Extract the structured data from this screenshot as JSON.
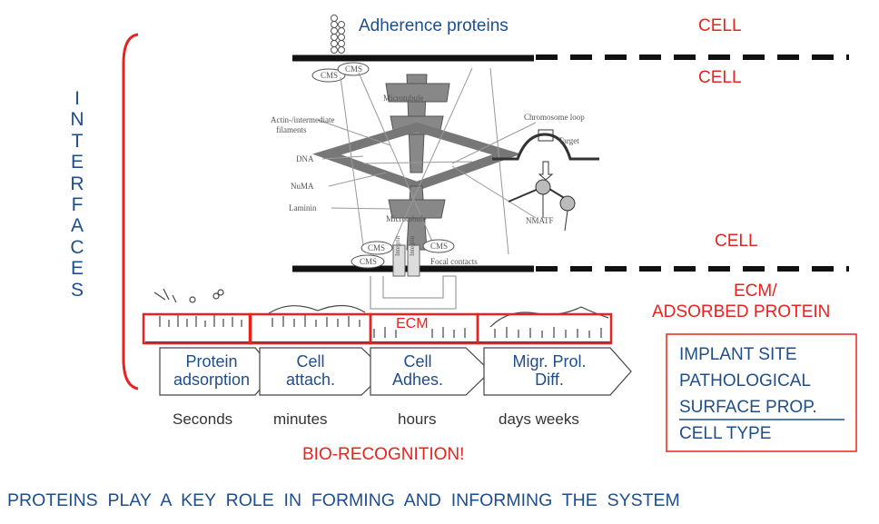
{
  "interfaces": [
    "I",
    "N",
    "T",
    "E",
    "R",
    "F",
    "A",
    "C",
    "E",
    "S"
  ],
  "labels": {
    "adherence": "Adherence proteins",
    "cell_1": "CELL",
    "cell_2": "CELL",
    "cell_3": "CELL",
    "ecm_adsorbed_1": "ECM/",
    "ecm_adsorbed_2": "ADSORBED PROTEIN",
    "ecm": "ECM",
    "biorecognition": "BIO-RECOGNITION!",
    "bottom": "PROTEINS  PLAY  A  KEY  ROLE  IN  FORMING  AND  INFORMING  THE  SYSTEM"
  },
  "figure_labels": {
    "cms_1": "CMS",
    "cms_2": "CMS",
    "cms_3": "CMS",
    "cms_4": "CMS",
    "cms_5": "CMS",
    "microtubule_1": "Microtubule",
    "microtubule_2": "Microtubule",
    "actin_1": "Actin-/intermediate",
    "actin_2": "filaments",
    "dna": "DNA",
    "numa": "NuMA",
    "laminin": "Laminin",
    "chromosome": "Chromosome loop",
    "target": "Target",
    "nmatf": "NMATF",
    "focal": "Focal contacts",
    "integrin_1": "Integrin",
    "integrin_2": "Integrin"
  },
  "stages": [
    {
      "line1": "Protein",
      "line2": "adsorption",
      "time": "Seconds"
    },
    {
      "line1": "Cell",
      "line2": "attach.",
      "time": "minutes"
    },
    {
      "line1": "Cell",
      "line2": "Adhes.",
      "time": "hours"
    },
    {
      "line1": "Migr. Prol.",
      "line2": "Diff.",
      "time": "days weeks"
    }
  ],
  "factors": [
    "IMPLANT SITE",
    "PATHOLOGICAL",
    "SURFACE PROP.",
    "CELL TYPE"
  ],
  "colors": {
    "blue": "#1f4e8c",
    "red": "#e8231f"
  }
}
